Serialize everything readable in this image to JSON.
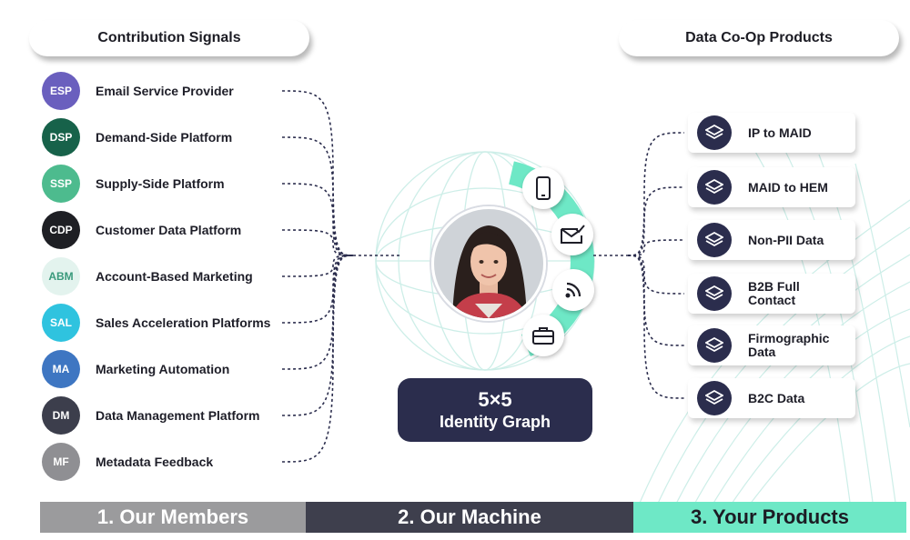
{
  "headers": {
    "left": "Contribution Signals",
    "right": "Data Co-Op Products"
  },
  "signals": [
    {
      "abbr": "ESP",
      "label": "Email Service Provider",
      "color": "#6a5fbe",
      "text_color": "#ffffff"
    },
    {
      "abbr": "DSP",
      "label": "Demand-Side Platform",
      "color": "#17624a",
      "text_color": "#ffffff"
    },
    {
      "abbr": "SSP",
      "label": "Supply-Side Platform",
      "color": "#4dbb8e",
      "text_color": "#ffffff"
    },
    {
      "abbr": "CDP",
      "label": "Customer Data Platform",
      "color": "#1e1f24",
      "text_color": "#ffffff"
    },
    {
      "abbr": "ABM",
      "label": "Account-Based Marketing",
      "color": "#e3f3ee",
      "text_color": "#3a9a7c"
    },
    {
      "abbr": "SAL",
      "label": "Sales Acceleration Platforms",
      "color": "#2fc3df",
      "text_color": "#ffffff"
    },
    {
      "abbr": "MA",
      "label": "Marketing Automation",
      "color": "#3e76c2",
      "text_color": "#ffffff"
    },
    {
      "abbr": "DM",
      "label": "Data Management Platform",
      "color": "#3c3e4c",
      "text_color": "#ffffff"
    },
    {
      "abbr": "MF",
      "label": "Metadata Feedback",
      "color": "#8f8f93",
      "text_color": "#ffffff"
    }
  ],
  "products": [
    {
      "label": "IP to MAID"
    },
    {
      "label": "MAID to HEM"
    },
    {
      "label": "Non-PII Data"
    },
    {
      "label": "B2B Full\nContact"
    },
    {
      "label": "Firmographic\nData"
    },
    {
      "label": "B2C Data"
    }
  ],
  "identity_graph": {
    "line1": "5×5",
    "line2": "Identity Graph"
  },
  "hub_icons": [
    "phone-icon",
    "email-check-icon",
    "signal-icon",
    "briefcase-icon"
  ],
  "bottom_bar": [
    {
      "label": "1. Our Members",
      "bg": "#9b9b9d",
      "color": "#ffffff"
    },
    {
      "label": "2. Our Machine",
      "bg": "#3e3f4d",
      "color": "#ffffff"
    },
    {
      "label": "3. Your Products",
      "bg": "#6ee8c6",
      "color": "#1c1c24"
    }
  ],
  "colors": {
    "navy": "#2b2d4d",
    "mint": "#6ee8c6"
  }
}
